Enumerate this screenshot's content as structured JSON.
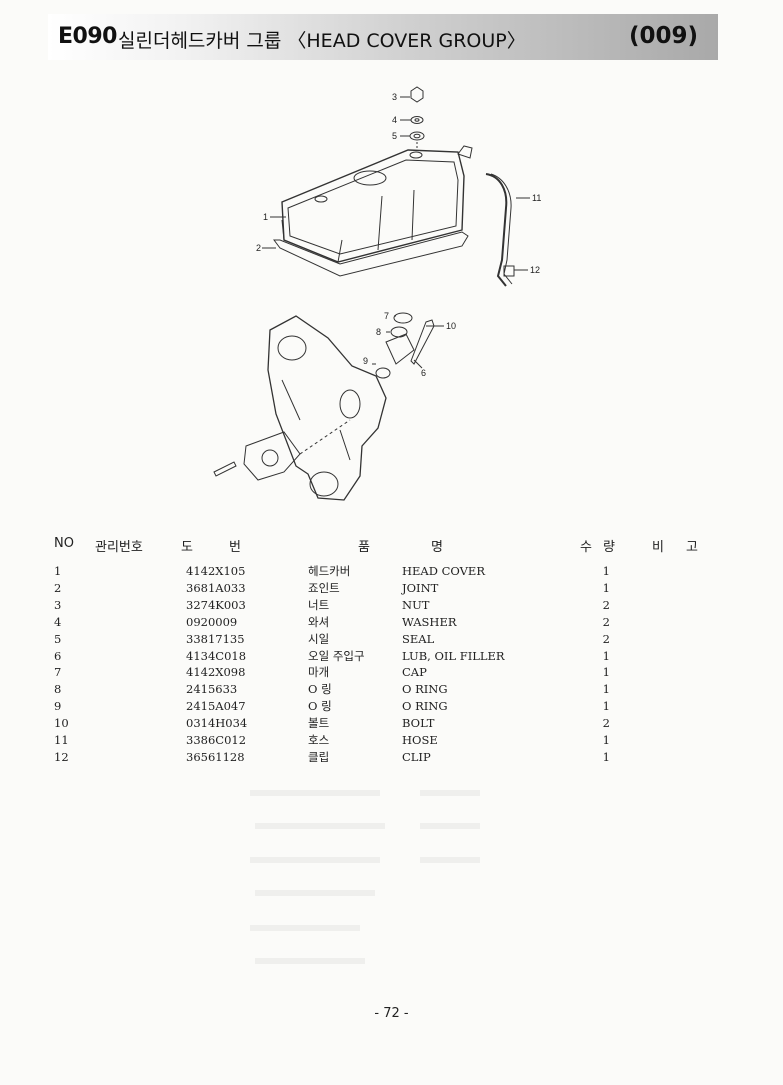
{
  "header": {
    "code": "E090",
    "title": "실린더헤드카버 그룹 〈HEAD COVER GROUP〉",
    "number": "(009)"
  },
  "diagram": {
    "callouts": [
      "1",
      "2",
      "3",
      "4",
      "5",
      "6",
      "7",
      "8",
      "9",
      "10",
      "11",
      "12"
    ]
  },
  "table": {
    "headers": {
      "no": "NO",
      "mgmt": "관리번호",
      "do": "도",
      "beon": "번",
      "pum": "품",
      "myeong": "명",
      "su": "수",
      "ryang": "량",
      "bi": "비",
      "go": "고"
    },
    "rows": [
      {
        "no": "1",
        "part": "4142X105",
        "kr": "헤드카버",
        "en": "HEAD COVER",
        "qty": "1"
      },
      {
        "no": "2",
        "part": "3681A033",
        "kr": "죠인트",
        "en": "JOINT",
        "qty": "1"
      },
      {
        "no": "3",
        "part": "3274K003",
        "kr": "너트",
        "en": "NUT",
        "qty": "2"
      },
      {
        "no": "4",
        "part": "0920009",
        "kr": "와셔",
        "en": "WASHER",
        "qty": "2"
      },
      {
        "no": "5",
        "part": "33817135",
        "kr": "시일",
        "en": "SEAL",
        "qty": "2"
      },
      {
        "no": "6",
        "part": "4134C018",
        "kr": "오일 주입구",
        "en": "LUB, OIL FILLER",
        "qty": "1"
      },
      {
        "no": "7",
        "part": "4142X098",
        "kr": "마개",
        "en": "CAP",
        "qty": "1"
      },
      {
        "no": "8",
        "part": "2415633",
        "kr": "O 링",
        "en": "O RING",
        "qty": "1"
      },
      {
        "no": "9",
        "part": "2415A047",
        "kr": "O 링",
        "en": "O RING",
        "qty": "1"
      },
      {
        "no": "10",
        "part": "0314H034",
        "kr": "볼트",
        "en": "BOLT",
        "qty": "2"
      },
      {
        "no": "11",
        "part": "3386C012",
        "kr": "호스",
        "en": "HOSE",
        "qty": "1"
      },
      {
        "no": "12",
        "part": "36561128",
        "kr": "클립",
        "en": "CLIP",
        "qty": "1"
      }
    ]
  },
  "footer": {
    "page": "- 72 -"
  }
}
